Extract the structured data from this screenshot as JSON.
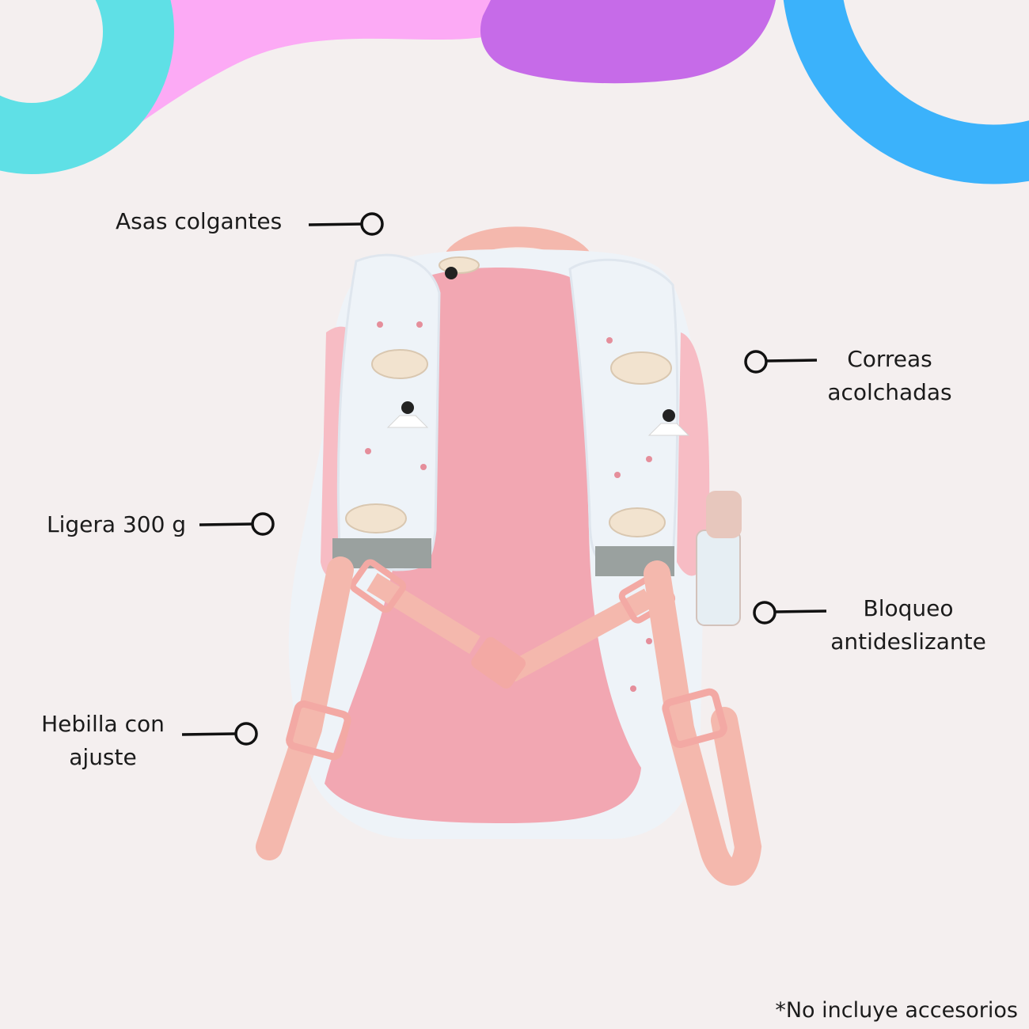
{
  "features": {
    "asas": "Asas colgantes",
    "correas_line1": "Correas",
    "correas_line2": "acolchadas",
    "ligera": "Ligera 300 g",
    "bloqueo_line1": "Bloqueo",
    "bloqueo_line2": "antideslizante",
    "hebilla_line1": "Hebilla con",
    "hebilla_line2": "ajuste"
  },
  "disclaimer": "*No incluye accesorios",
  "colors": {
    "background": "#f4efef",
    "cyan": "#5fe0e6",
    "pink": "#fcaaf5",
    "purple": "#c66be8",
    "blue": "#3bb2fb",
    "backpack_pink": "#f2a7b2",
    "strap_peach": "#f4b8ad",
    "print_white": "#eef3f8"
  }
}
